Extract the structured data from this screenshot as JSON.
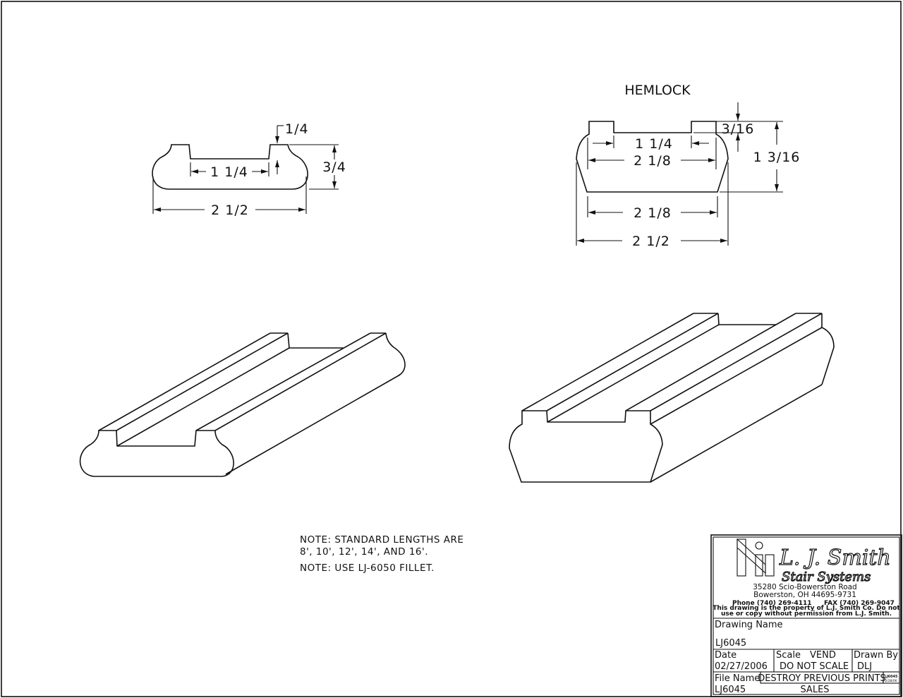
{
  "profiles": {
    "left": {
      "dims": {
        "width": "2 1/2",
        "groove": "1 1/4",
        "height": "3/4",
        "lip": "1/4"
      }
    },
    "right": {
      "title": "HEMLOCK",
      "dims": {
        "groove": "1 1/4",
        "top_width": "2 1/8",
        "bottom_width": "2 1/8",
        "width": "2 1/2",
        "height": "1 3/16",
        "depth": "3/16"
      }
    }
  },
  "notes": [
    "NOTE: STANDARD LENGTHS ARE",
    "8', 10', 12', 14', AND 16'.",
    "NOTE: USE LJ-6050 FILLET."
  ],
  "title_block": {
    "logo_line1": "L.J. Smith",
    "logo_line2": "Stair Systems",
    "address1": "35280 Scio-Bowerston Road",
    "address2": "Bowerston, OH 44695-9731",
    "phone": "Phone (740) 269-4111",
    "fax": "FAX (740) 269-9047",
    "disclaimer1": "This drawing is the property of L.J. Smith Co. Do not",
    "disclaimer2": "use or copy without permission from L.J. Smith.",
    "drawing_name_label": "Drawing Name",
    "drawing_name": "LJ6045",
    "date_label": "Date",
    "date": "02/27/2006",
    "scale_label": "Scale",
    "scale_value": "VEND",
    "scale_note": "DO NOT SCALE",
    "drawn_by_label": "Drawn By",
    "drawn_by": "DLJ",
    "file_name_label": "File Name",
    "file_name": "LJ6045",
    "destroy_note": "DESTROY PREVIOUS PRINTS",
    "sales": "SALES",
    "stamp1": "LJ6045",
    "stamp2": "2/28/06"
  }
}
